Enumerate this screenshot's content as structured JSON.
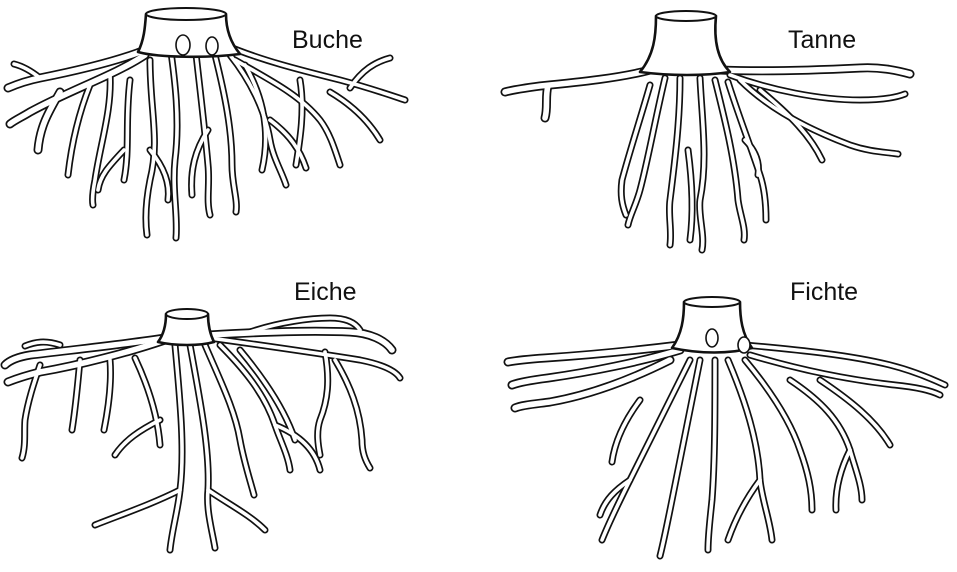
{
  "panels": [
    {
      "id": "buche",
      "label": "Buche"
    },
    {
      "id": "tanne",
      "label": "Tanne"
    },
    {
      "id": "eiche",
      "label": "Eiche"
    },
    {
      "id": "fichte",
      "label": "Fichte"
    }
  ],
  "colors": {
    "ink": "#111111",
    "paper": "#ffffff"
  }
}
